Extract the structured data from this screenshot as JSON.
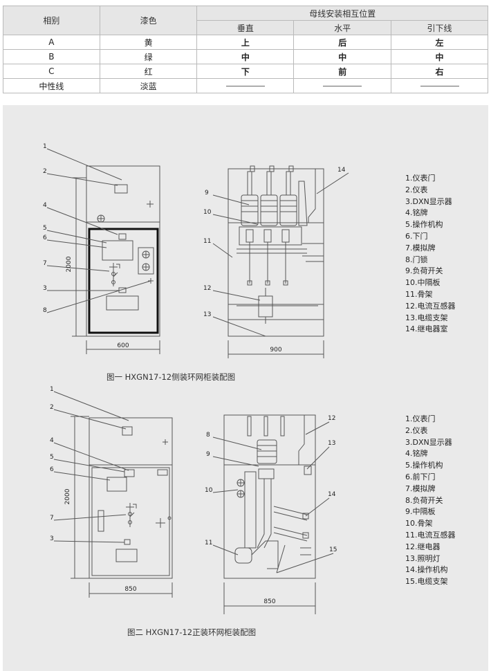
{
  "table": {
    "headers": {
      "phase": "相别",
      "paint": "漆色",
      "position_group": "母线安装相互位置",
      "vertical": "垂直",
      "horizontal": "水平",
      "down_lead": "引下线"
    },
    "rows": [
      {
        "phase": "A",
        "paint": "黄",
        "vertical": "上",
        "horizontal": "后",
        "down_lead": "左"
      },
      {
        "phase": "B",
        "paint": "绿",
        "vertical": "中",
        "horizontal": "中",
        "down_lead": "中"
      },
      {
        "phase": "C",
        "paint": "红",
        "vertical": "下",
        "horizontal": "前",
        "down_lead": "右"
      },
      {
        "phase": "中性线",
        "paint": "淡蓝"
      }
    ]
  },
  "figure1": {
    "caption": "图一 HXGN17-12侧装环网柜装配图",
    "dim_height": "2000",
    "dim_width_front": "600",
    "dim_width_side": "900",
    "callouts": [
      "1",
      "2",
      "3",
      "4",
      "5",
      "6",
      "7",
      "8",
      "9",
      "10",
      "11",
      "12",
      "13",
      "14"
    ],
    "legend": [
      "1.仪表门",
      "2.仪表",
      "3.DXN显示器",
      "4.铭牌",
      "5.操作机构",
      "6.下门",
      "7.模拟牌",
      "8.门锁",
      "9.负荷开关",
      "10.中隔板",
      "11.骨架",
      "12.电流互感器",
      "13.电缆支架",
      "14.继电器室"
    ]
  },
  "figure2": {
    "caption": "图二 HXGN17-12正装环网柜装配图",
    "dim_height": "2000",
    "dim_width_front": "850",
    "dim_width_side": "850",
    "legend": [
      "1.仪表门",
      "2.仪表",
      "3.DXN显示器",
      "4.铭牌",
      "5.操作机构",
      "6.前下门",
      "7.模拟牌",
      "8.负荷开关",
      "9.中隔板",
      "10.骨架",
      "11.电流互感器",
      "12.继电器",
      "13.照明灯",
      "14.操作机构",
      "15.电缆支架"
    ]
  }
}
